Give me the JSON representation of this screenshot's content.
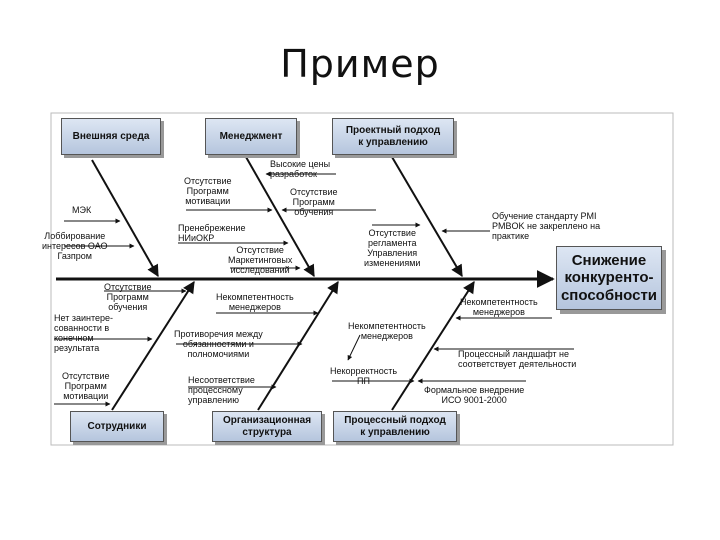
{
  "title": "Пример",
  "effect": "Снижение\nконкуренто-\nспособности",
  "categories": {
    "external": "Внешняя среда",
    "management": "Менеджмент",
    "project": "Проектный подход\nк управлению",
    "staff": "Сотрудники",
    "org": "Организационная\nструктура",
    "process": "Процессный подход\nк управлению"
  },
  "causes": {
    "mek": "МЭК",
    "lobby": "Лоббирование\nинтересов ОАО\nГазпром",
    "no_motivation_mgmt": "Отсутствие\nПрограмм\nмотивации",
    "neglect_rnd": "Пренебрежение\nНИиОКР",
    "no_marketing": "Отсутствие\nМаркетинговых\nисследований",
    "high_cost": "Высокие цены\nразработок",
    "no_training": "Отсутствие\nПрограмм\nобучения",
    "no_change_reg": "Отсутствие\nрегламента\nУправления\nизменениями",
    "pmi": "Обучение стандарту PMI\nPMBOK не закреплено на\nпрактике",
    "no_training_staff": "Отсутствие\nПрограмм\nобучения",
    "no_interest": "Нет заинтере-\nсованности в\nконечном\nрезультата",
    "no_motivation_staff": "Отсутствие\nПрограмм\nмотивации",
    "incompetent_mgmt": "Некомпетентность\nменеджеров",
    "contradictions": "Противоречия между\nобязанностями и\nполномочиями",
    "mismatch": "Несоответствие\nпроцессному\nуправлению",
    "incompetent_proc1": "Некомпетентность\nменеджеров",
    "incompetent_proc2": "Некомпетентность\nменеджеров",
    "landscape": "Процессный ландшафт не\nсоответствует деятельности",
    "incorrect_pp": "Некорректность\nПП",
    "iso": "Формальное внедрение\nИСО 9001-2000"
  }
}
